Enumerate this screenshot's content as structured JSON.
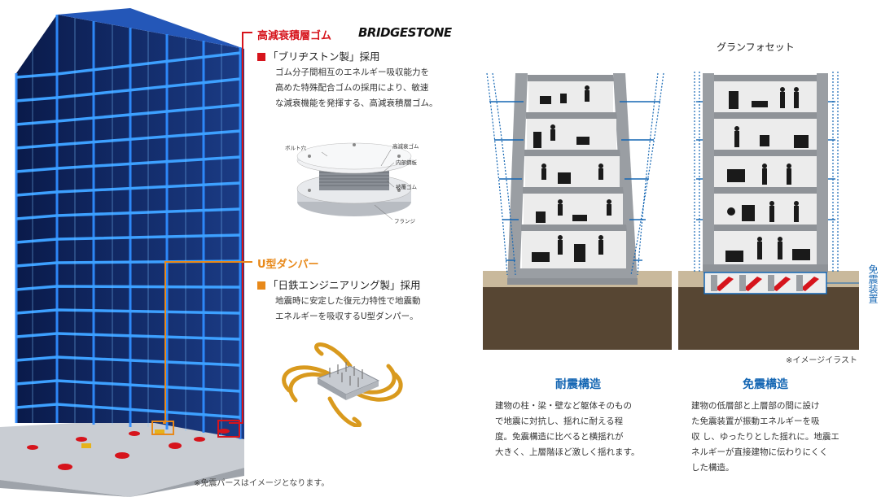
{
  "rubber": {
    "title": "高減衰積層ゴム",
    "brand": "BRIDGESTONE",
    "maker": "「ブリヂストン製」採用",
    "desc": [
      "ゴム分子間相互のエネルギー吸収能力を",
      "高めた特殊配合ゴムの採用により、敏速",
      "な減衰機能を発揮する、高減衰積層ゴム。"
    ],
    "labels": {
      "bolt": "ボルト穴",
      "rubber": "高減衰ゴム",
      "plate": "内部鋼板",
      "cover": "被覆ゴム",
      "flange": "フランジ"
    }
  },
  "damper": {
    "title": "U型ダンパー",
    "maker": "「日鉄エンジニアリング製」採用",
    "desc": [
      "地震時に安定した復元力特性で地震動",
      "エネルギーを吸収するU型ダンパー。"
    ]
  },
  "comparison": {
    "right_caption": "グランフォセット",
    "device_label": "免震装置",
    "note": "※イメージイラスト"
  },
  "seismic_resistant": {
    "heading": "耐震構造",
    "desc": [
      "建物の柱・梁・壁など躯体そのもの",
      "で地震に対抗し、揺れに耐える程",
      "度。免震構造に比べると横揺れが",
      "大きく、上層階ほど激しく揺れます。"
    ]
  },
  "seismic_isolation": {
    "heading": "免震構造",
    "desc": [
      "建物の低層部と上層部の間に設け",
      "た免震装置が振動エネルギーを吸",
      "収 し、ゆったりとした揺れに。地震エ",
      "ネルギーが直接建物に伝わりにくく",
      "した構造。"
    ]
  },
  "footnote": "※免震パースはイメージとなります。",
  "colors": {
    "red": "#d6141c",
    "orange": "#e8891a",
    "blue": "#1466b3",
    "frame": "#1a6ad8"
  }
}
